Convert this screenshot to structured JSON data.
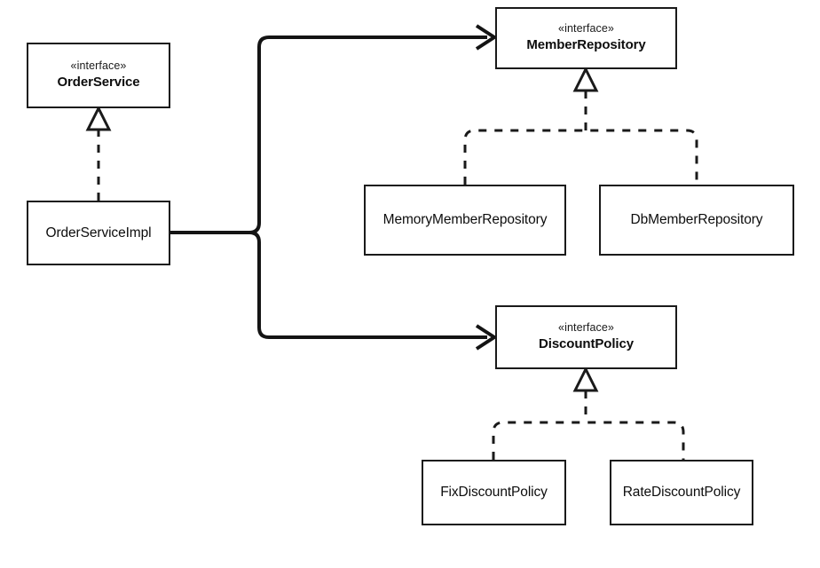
{
  "diagram": {
    "title": "OrderService dependency UML class diagram",
    "type": "uml-class-diagram",
    "background_color": "#ffffff",
    "stroke_color": "#1a1a1a",
    "text_color": "#111111"
  },
  "nodes": {
    "order_service": {
      "stereotype": "«interface»",
      "name": "OrderService",
      "kind": "interface"
    },
    "order_service_impl": {
      "stereotype": "",
      "name": "OrderServiceImpl",
      "kind": "class"
    },
    "member_repository": {
      "stereotype": "«interface»",
      "name": "MemberRepository",
      "kind": "interface"
    },
    "memory_member_repository": {
      "stereotype": "",
      "name": "MemoryMemberRepository",
      "kind": "class"
    },
    "db_member_repository": {
      "stereotype": "",
      "name": "DbMemberRepository",
      "kind": "class"
    },
    "discount_policy": {
      "stereotype": "«interface»",
      "name": "DiscountPolicy",
      "kind": "interface"
    },
    "fix_discount_policy": {
      "stereotype": "",
      "name": "FixDiscountPolicy",
      "kind": "class"
    },
    "rate_discount_policy": {
      "stereotype": "",
      "name": "RateDiscountPolicy",
      "kind": "class"
    }
  },
  "edges": [
    {
      "id": "impl-realizes-orderservice",
      "from": "order_service_impl",
      "to": "order_service",
      "relation": "realization",
      "line": "dashed",
      "arrow": "hollow-triangle"
    },
    {
      "id": "impl-uses-memberrepository",
      "from": "order_service_impl",
      "to": "member_repository",
      "relation": "association",
      "line": "solid",
      "arrow": "open"
    },
    {
      "id": "impl-uses-discountpolicy",
      "from": "order_service_impl",
      "to": "discount_policy",
      "relation": "association",
      "line": "solid",
      "arrow": "open"
    },
    {
      "id": "memory-realizes-memberrepository",
      "from": "memory_member_repository",
      "to": "member_repository",
      "relation": "realization",
      "line": "dashed",
      "arrow": "hollow-triangle"
    },
    {
      "id": "db-realizes-memberrepository",
      "from": "db_member_repository",
      "to": "member_repository",
      "relation": "realization",
      "line": "dashed",
      "arrow": "hollow-triangle"
    },
    {
      "id": "fix-realizes-discountpolicy",
      "from": "fix_discount_policy",
      "to": "discount_policy",
      "relation": "realization",
      "line": "dashed",
      "arrow": "hollow-triangle"
    },
    {
      "id": "rate-realizes-discountpolicy",
      "from": "rate_discount_policy",
      "to": "discount_policy",
      "relation": "realization",
      "line": "dashed",
      "arrow": "hollow-triangle"
    }
  ]
}
